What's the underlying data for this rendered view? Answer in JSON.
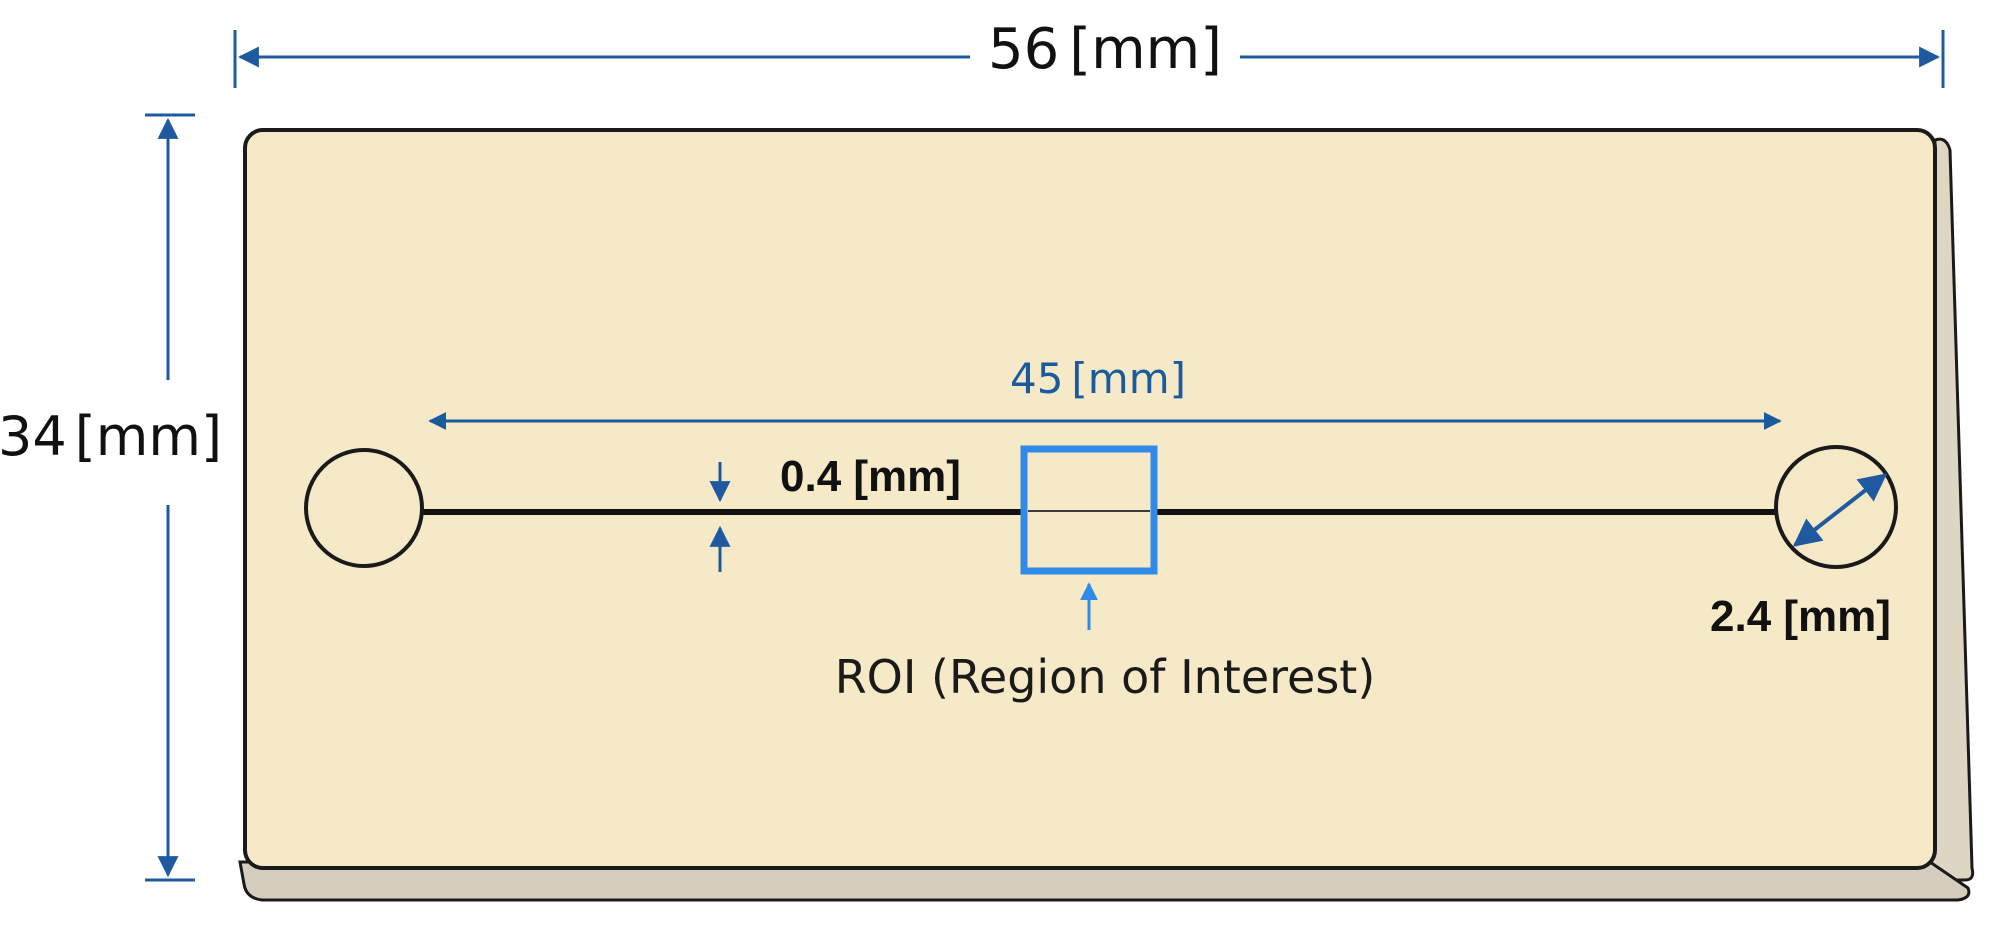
{
  "dimensions": {
    "overall_width": {
      "value": "56",
      "unit": "[mm]"
    },
    "overall_height": {
      "value": "34",
      "unit": "[mm]"
    },
    "channel_length": {
      "value": "45",
      "unit": "[mm]"
    },
    "channel_width": {
      "label": "0.4 [mm]"
    },
    "port_diameter": {
      "label": "2.4 [mm]"
    }
  },
  "roi": {
    "label": "ROI (Region of Interest)"
  },
  "colors": {
    "dimension_dark_blue": "#1f5aa0",
    "channel_length_blue": "#1a5b9e",
    "roi_blue": "#2f8ae8",
    "plate_face": "#f6e9c8",
    "plate_side": "#ddd6c3",
    "plate_shadow": "#d4cdbd",
    "outline": "#1a1a1a",
    "port_fill": "#f5e8c6"
  }
}
